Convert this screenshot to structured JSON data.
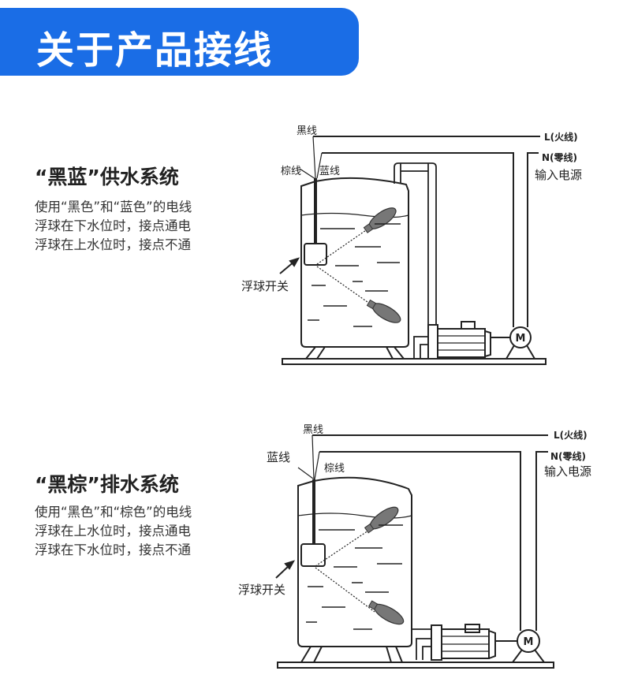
{
  "header": {
    "title": "关于产品接线"
  },
  "section1": {
    "heading": "“黑蓝”供水系统",
    "lines": [
      "使用“黑色”和“蓝色”的电线",
      "浮球在下水位时，接点通电",
      "浮球在上水位时，接点不通"
    ],
    "diagram": {
      "black_wire": "黑线",
      "brown_wire": "棕线",
      "blue_wire": "蓝线",
      "live": "L(火线)",
      "neutral": "N(零线)",
      "power_input": "输入电源",
      "float_switch": "浮球开关",
      "motor": "M"
    }
  },
  "section2": {
    "heading": "“黑棕”排水系统",
    "lines": [
      "使用“黑色”和“棕色”的电线",
      "浮球在上水位时，接点通电",
      "浮球在下水位时，接点不通"
    ],
    "diagram": {
      "black_wire": "黑线",
      "blue_wire": "蓝线",
      "brown_wire": "棕线",
      "live": "L(火线)",
      "neutral": "N(零线)",
      "power_input": "输入电源",
      "float_switch": "浮球开关",
      "motor": "M"
    }
  },
  "colors": {
    "banner": "#1a6de6",
    "float": "#777777"
  }
}
